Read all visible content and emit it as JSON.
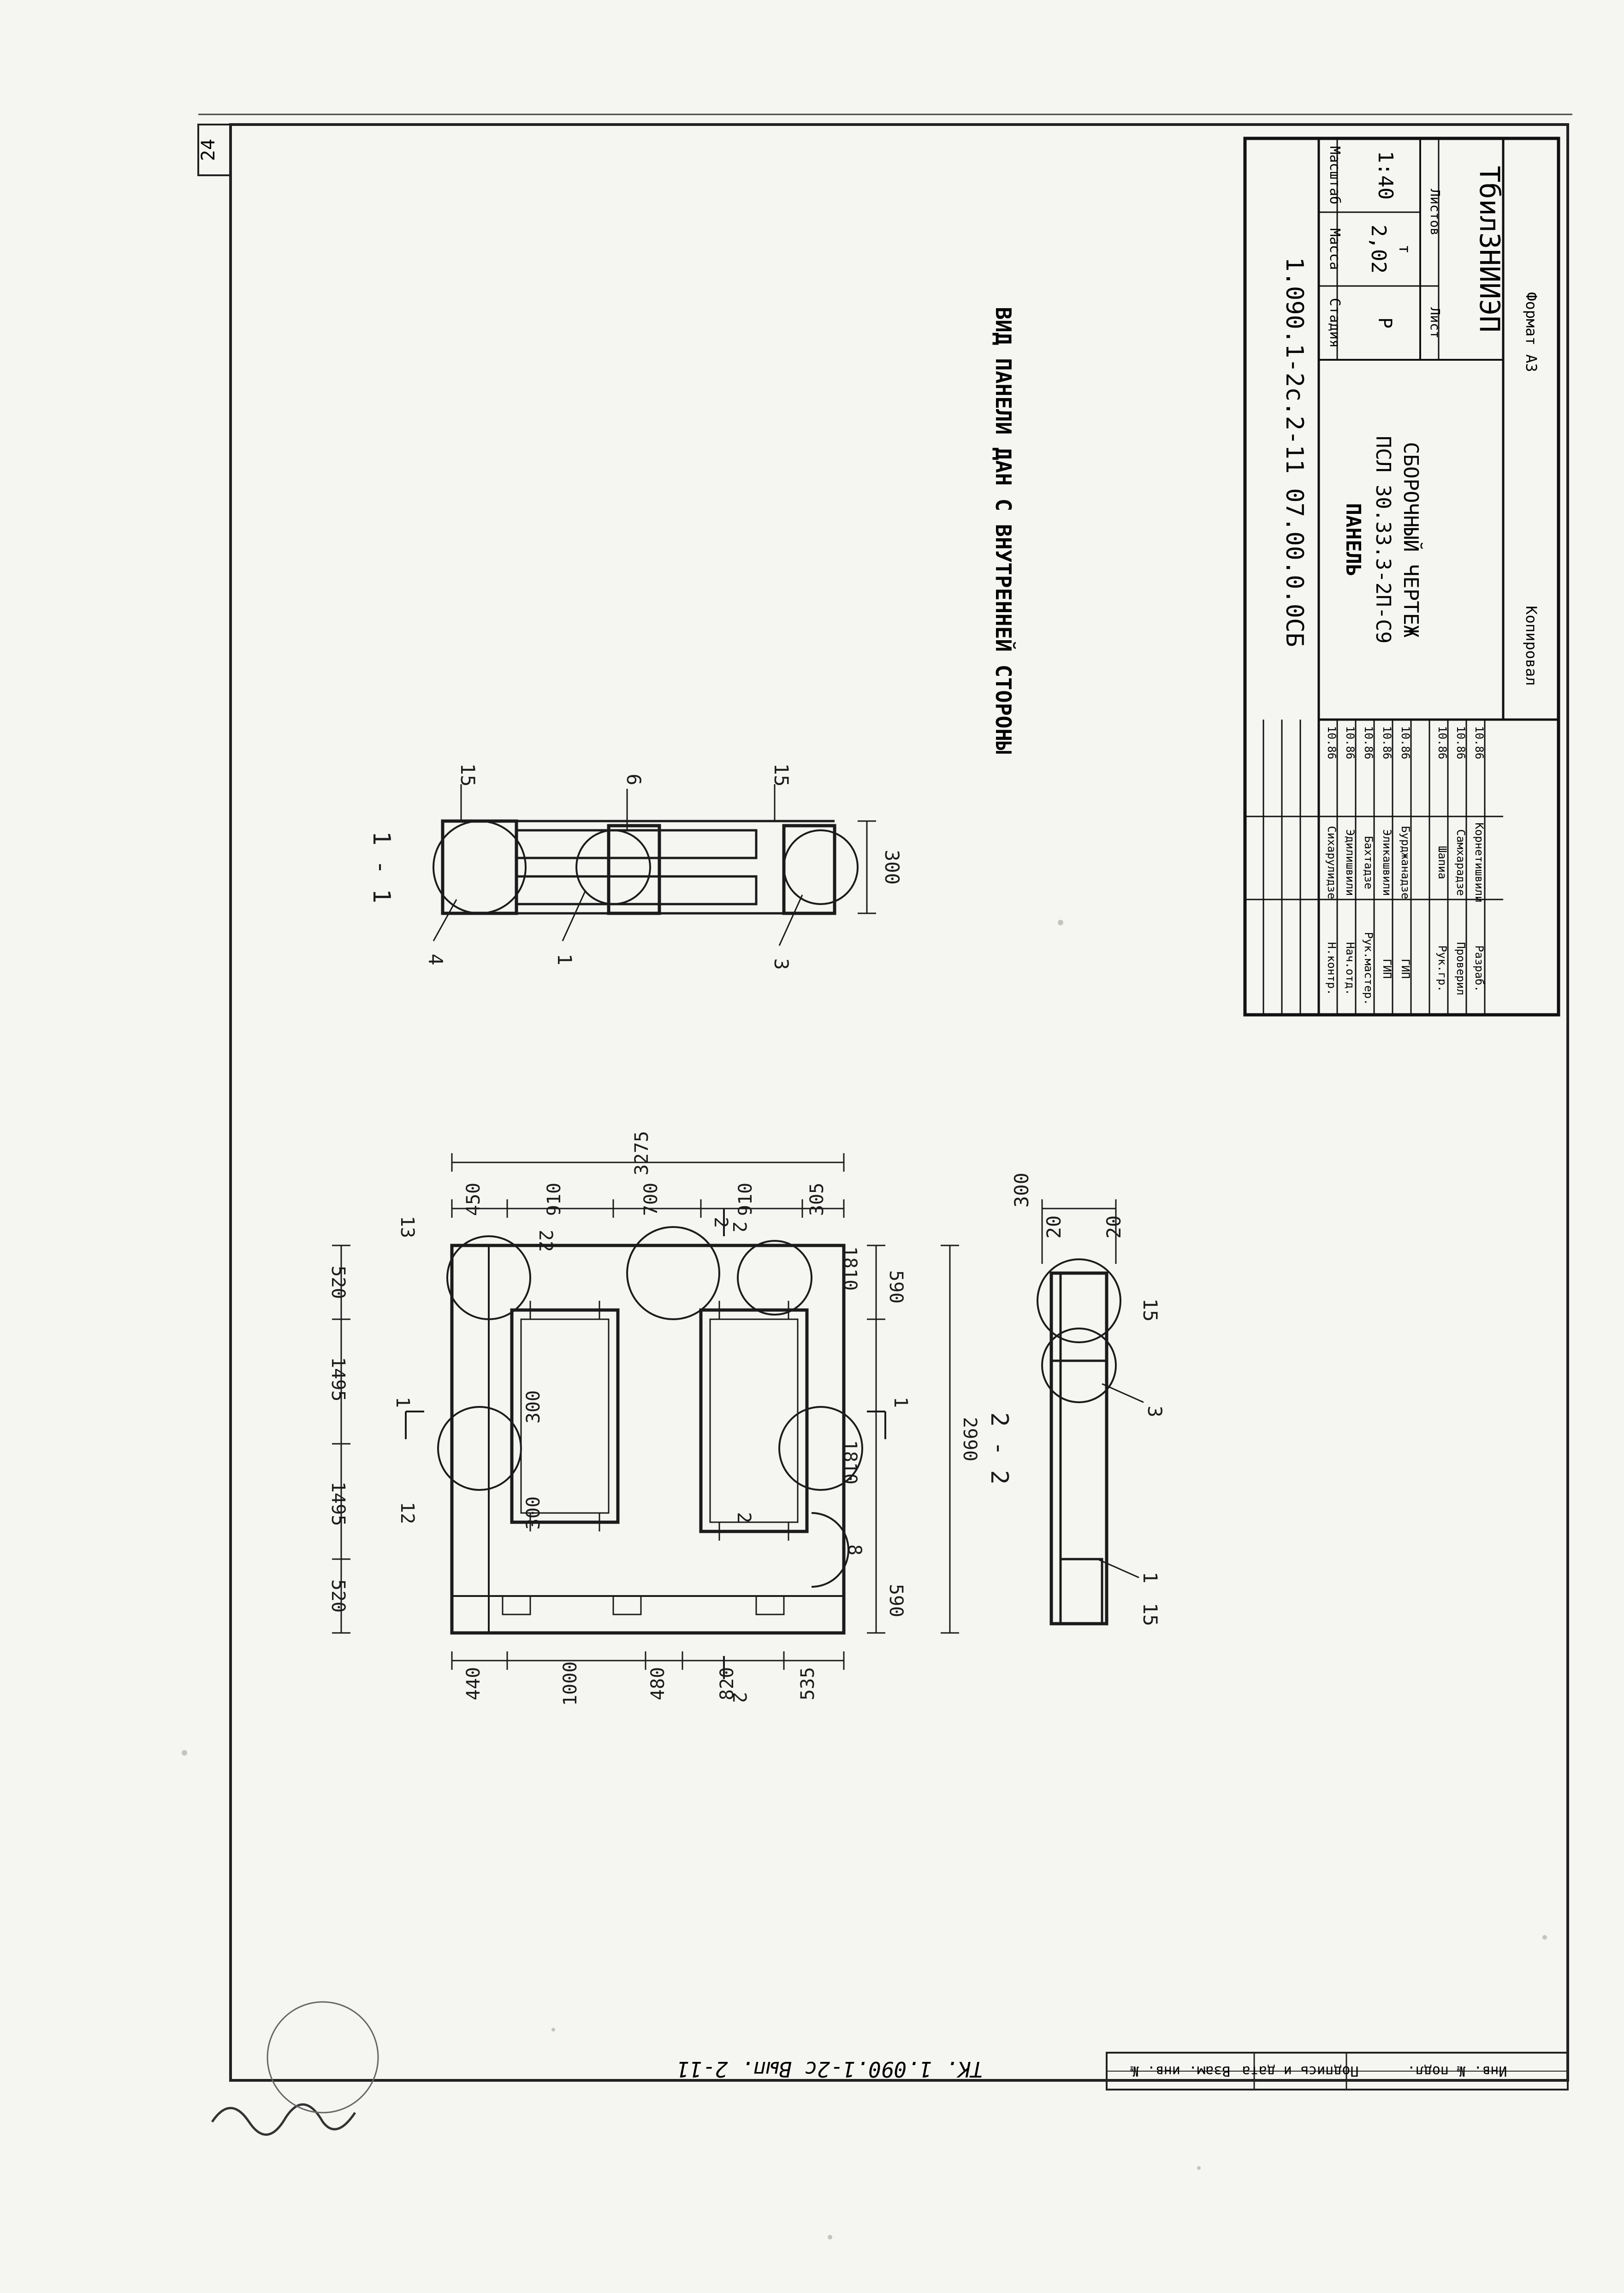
{
  "sheet": {
    "page_number": "24",
    "view_title": "ВИД ПАНЕЛИ ДАН С ВНУТРЕННЕЙ СТОРОНЫ",
    "format_label": "Формат А3",
    "copied_label": "Копировал",
    "left_stamp": "ТК. 1.090.1-2с Вып. 2-11"
  },
  "title_block": {
    "designation": "1.090.1-2с.2-11 07.00.0.0СБ",
    "panel_name": "ПАНЕЛЬ",
    "panel_code": "ПСЛ 30.33.3-2П-С9",
    "drawing_type": "СБОРОЧНЫЙ ЧЕРТЕЖ",
    "stage_header": "Стадия",
    "mass_header": "Масса",
    "scale_header": "Масштаб",
    "stage": "Р",
    "mass": "2,02",
    "mass_unit": "т",
    "scale": "1:40",
    "sheet_label": "Лист",
    "sheets_label": "Листов",
    "organization": "ТбилЗНИИЭП",
    "staff": [
      {
        "role": "Н.контр.",
        "name": "Сихарулидзе",
        "date": "10.86"
      },
      {
        "role": "Нач.отд.",
        "name": "Эдилишвили",
        "date": "10.86"
      },
      {
        "role": "Рук.мастер.",
        "name": "Бахтадзе",
        "date": "10.86"
      },
      {
        "role": "ГИП",
        "name": "Эликашвили",
        "date": "10.86"
      },
      {
        "role": "ГИП",
        "name": "Бурджанадзе",
        "date": "10.86"
      },
      {
        "role": "Рук.гр.",
        "name": "Шапиа",
        "date": "10.86"
      },
      {
        "role": "Проверил",
        "name": "Самхарадзе",
        "date": "10.86"
      },
      {
        "role": "Разраб.",
        "name": "Корнетишвили",
        "date": "10.86"
      }
    ]
  },
  "left_block": {
    "labels": [
      "Взам. инв. №",
      "Подпись и дата",
      "Инв. № подл."
    ]
  },
  "plan_view": {
    "top_dims": [
      "520",
      "1495",
      "1495",
      "520"
    ],
    "top_dims_rot": [
      "450",
      "910",
      "700",
      "910",
      "305"
    ],
    "total_width": "3275",
    "left_dims": [
      "440",
      "1000",
      "480",
      "820",
      "535"
    ],
    "bottom_dims": [
      "590",
      "590"
    ],
    "total_height": "2990",
    "opening_dims": [
      "300",
      "300"
    ],
    "marks": [
      "13",
      "22",
      "2",
      "1810",
      "12",
      "1810",
      "2",
      "8"
    ],
    "section_marks": [
      "1",
      "1",
      "2",
      "2"
    ]
  },
  "section_1": {
    "title": "1 - 1",
    "callouts": [
      "4",
      "1",
      "6",
      "3"
    ],
    "dims": [
      "15",
      "15",
      "300"
    ]
  },
  "section_2": {
    "title": "2 - 2",
    "callouts": [
      "1",
      "3"
    ],
    "dims": [
      "300",
      "20",
      "20",
      "15",
      "15"
    ]
  }
}
